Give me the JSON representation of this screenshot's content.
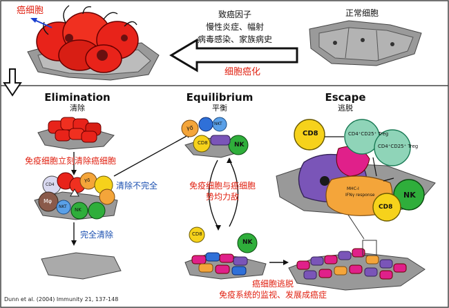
{
  "top": {
    "cancer_cell_label": "癌细胞",
    "carcinogens_title": "致癌因子",
    "carcinogens_line1": "慢性炎症、幅射",
    "carcinogens_line2": "病毒感染、家族病史",
    "normal_cell_label": "正常细胞",
    "transformation_label": "细胞癌化"
  },
  "phases": {
    "elimination": {
      "title": "Elimination",
      "subtitle": "清除"
    },
    "equilibrium": {
      "title": "Equilibrium",
      "subtitle": "平衡"
    },
    "escape": {
      "title": "Escape",
      "subtitle": "逃脱"
    }
  },
  "notes": {
    "immediate_clearance": "免疫细胞立刻清除癌细胞",
    "incomplete_clearance": "清除不完全",
    "complete_clearance": "完全清除",
    "balance_line1": "免疫细胞与癌细胞",
    "balance_line2": "势均力敌",
    "escape_line1": "癌细胞逃脱",
    "escape_line2": "免疫系统的监视、发展成癌症"
  },
  "cells": {
    "cd8": "CD8",
    "nk": "NK",
    "gd": "γδ",
    "nkt": "NKT",
    "cd4": "CD4",
    "mo": "Mφ",
    "treg1": "CD4⁺CD25⁺ Treg",
    "treg2": "CD4⁺CD25⁺ Treg",
    "mhc": "MHC-I",
    "ifn": "IFNγ response"
  },
  "citation": "Dunn et al. (2004) Immunity 21, 137-148",
  "colors": {
    "red_text": "#e02010",
    "blue_text": "#1a4fb0",
    "tumor": "#e8231a",
    "nk_green": "#2fae3b",
    "cd8_yellow": "#f6d21b"
  }
}
